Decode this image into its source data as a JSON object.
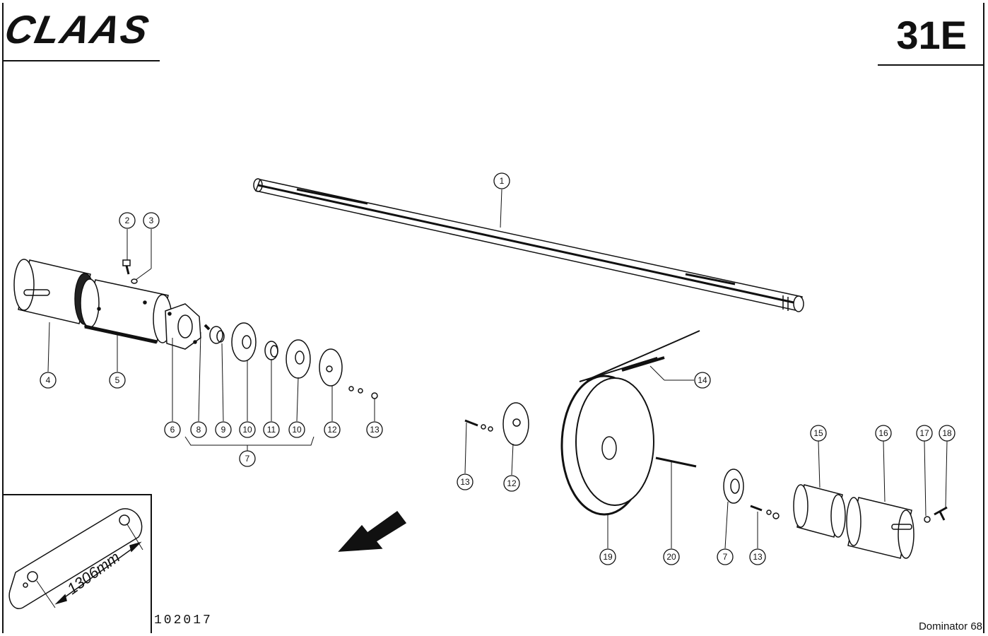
{
  "header": {
    "brand": "CLAAS",
    "sheet_number": "31E"
  },
  "footer": {
    "drawing_number": "102017",
    "model": "Dominator 68"
  },
  "inset": {
    "dimension": "1306mm"
  },
  "callouts": [
    {
      "n": "1"
    },
    {
      "n": "2"
    },
    {
      "n": "3"
    },
    {
      "n": "4"
    },
    {
      "n": "5"
    },
    {
      "n": "6"
    },
    {
      "n": "8"
    },
    {
      "n": "9"
    },
    {
      "n": "10"
    },
    {
      "n": "11"
    },
    {
      "n": "10"
    },
    {
      "n": "12"
    },
    {
      "n": "13"
    },
    {
      "n": "7"
    },
    {
      "n": "14"
    },
    {
      "n": "13"
    },
    {
      "n": "12"
    },
    {
      "n": "15"
    },
    {
      "n": "16"
    },
    {
      "n": "17"
    },
    {
      "n": "18"
    },
    {
      "n": "19"
    },
    {
      "n": "20"
    },
    {
      "n": "7"
    },
    {
      "n": "13"
    }
  ]
}
